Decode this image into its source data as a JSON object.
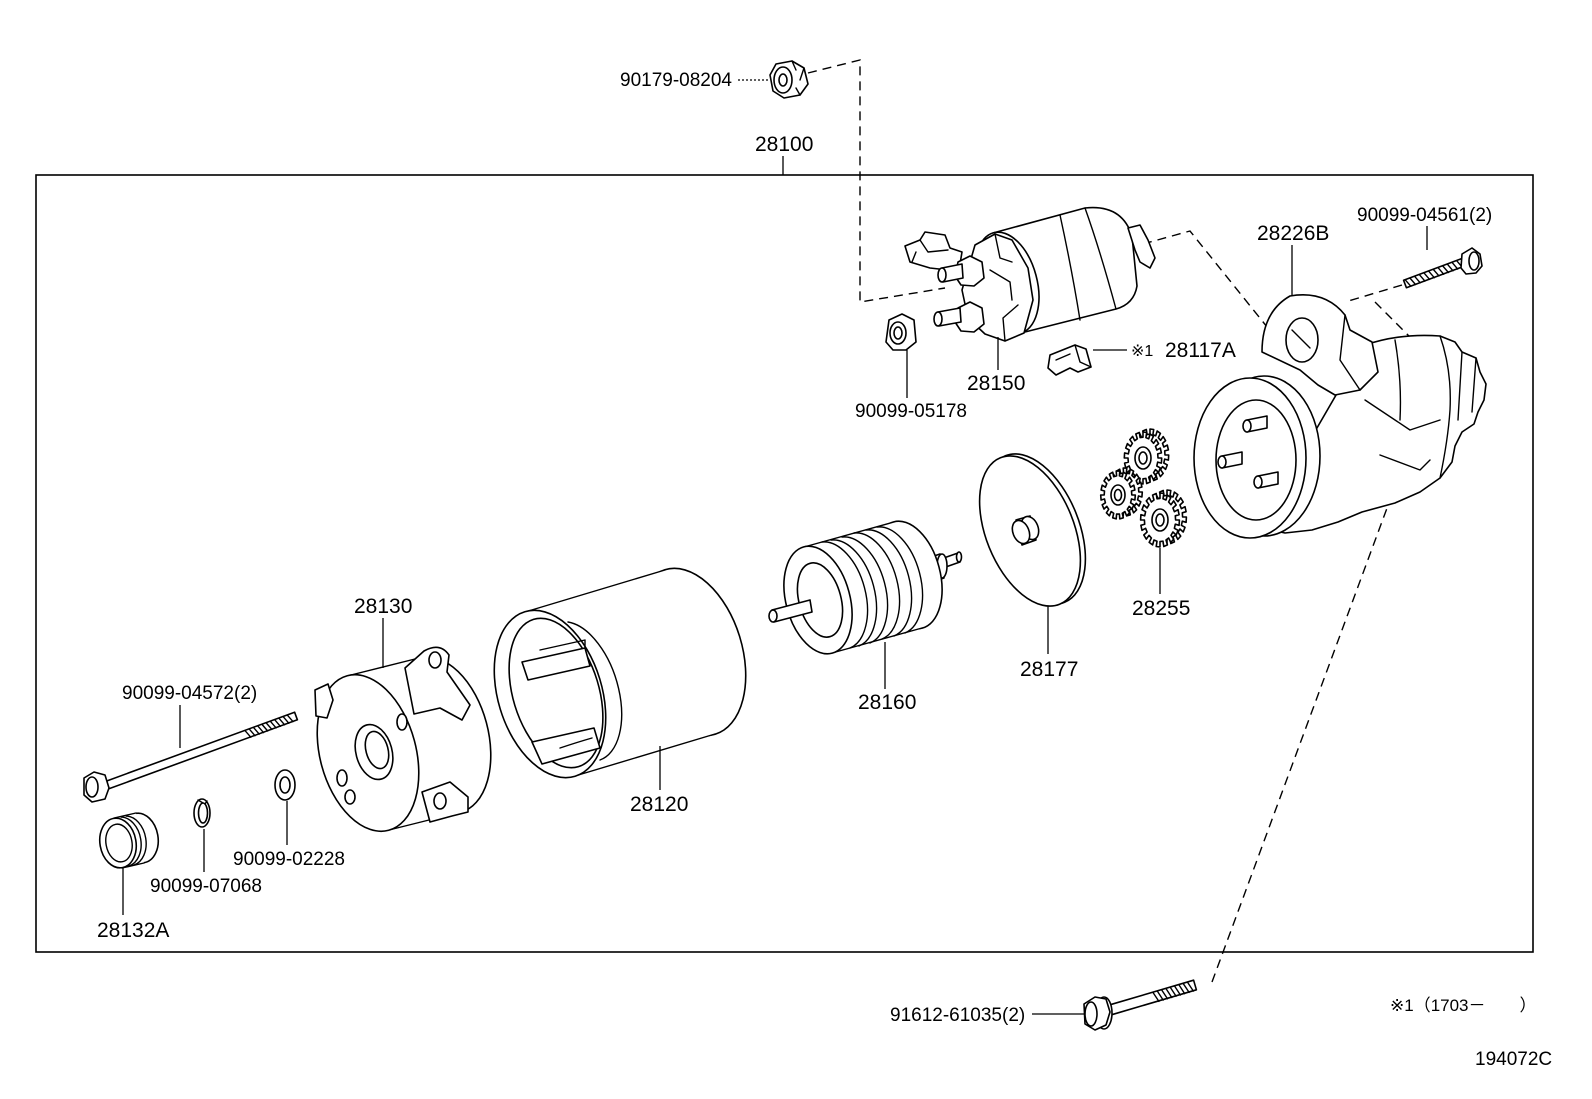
{
  "labels": {
    "nut_top": "90179-08204",
    "starter_assembly": "28100",
    "housing_bolt": "90099-04561(2)",
    "drive_housing": "28226B",
    "clip_note_mark": "※1",
    "clip": "28117A",
    "solenoid": "28150",
    "solenoid_nut": "90099-05178",
    "end_frame": "28130",
    "gears": "28255",
    "plate": "28177",
    "through_bolt": "90099-04572(2)",
    "armature": "28160",
    "yoke": "28120",
    "washer": "90099-02228",
    "e_ring": "90099-07068",
    "end_cap": "28132A",
    "mounting_bolt": "91612-61035(2)"
  },
  "footnote": "※1（1703－　　）",
  "figure_code": "194072C"
}
